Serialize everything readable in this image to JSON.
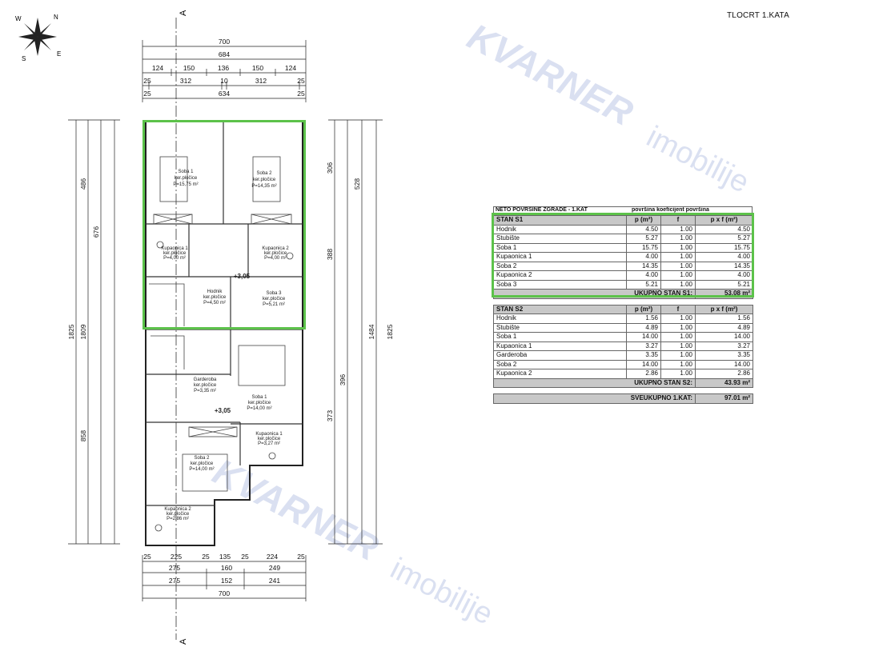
{
  "title": "TLOCRT 1.KATA",
  "watermark": {
    "brand": "KVARNER",
    "sub": "imobilije"
  },
  "section_marker": "A",
  "compass": {
    "n": "N",
    "s": "S",
    "e": "E",
    "w": "W"
  },
  "colors": {
    "highlight": "#5cc24a",
    "table_header": "#c8c8c8",
    "watermark": "#96a5d7"
  },
  "dimensions": {
    "top1": "700",
    "top2": "684",
    "top3": [
      "124",
      "150",
      "136",
      "150",
      "124"
    ],
    "top4": [
      "25",
      "312",
      "10",
      "312",
      "25"
    ],
    "top5": [
      "25",
      "634",
      "25"
    ],
    "bot1": [
      "25",
      "225",
      "25",
      "135",
      "25",
      "224",
      "25"
    ],
    "bot2": [
      "275",
      "160",
      "249"
    ],
    "bot3": [
      "275",
      "152",
      "241"
    ],
    "bot4": "700",
    "left_total": "1825",
    "left_mid": "1809",
    "left_a": "486",
    "left_b": "858",
    "left_c": "676",
    "right_total": "1825",
    "right_mid": "1484",
    "right_a": "306",
    "right_b": "528",
    "right_c": "388",
    "right_d": "396",
    "right_e": "373"
  },
  "rooms": {
    "s1_soba1": [
      "Soba 1",
      "ker.pločice",
      "P=15,75 m²"
    ],
    "s1_soba2": [
      "Soba 2",
      "ker.pločice",
      "P=14,35 m²"
    ],
    "s1_kup1": [
      "Kupaonica 1",
      "ker.pločice",
      "P=4,00 m²"
    ],
    "s1_kup2": [
      "Kupaonica 2",
      "ker.pločice",
      "P=4,00 m²"
    ],
    "s1_soba3": [
      "Soba 3",
      "ker.pločice",
      "P=5,21 m²"
    ],
    "s1_hodnik": [
      "Hodnik",
      "ker.pločice",
      "P=4,50 m²"
    ],
    "s2_soba1": [
      "Soba 1",
      "ker.pločice",
      "P=14,00 m²"
    ],
    "s2_soba2": [
      "Soba 2",
      "ker.pločice",
      "P=14,00 m²"
    ],
    "s2_garderoba": [
      "Garderoba",
      "ker.pločice",
      "P=3,35 m²"
    ],
    "s2_kup1": [
      "Kupaonica 1",
      "ker.pločice",
      "P=3,27 m²"
    ],
    "s2_kup2": [
      "Kupaonica 2",
      "ker.pločice",
      "P=2,86 m²"
    ],
    "level1": "+3,05",
    "level2": "+3,05"
  },
  "table": {
    "caption": "NETO POVRŠINE ZGRADE - 1.KAT",
    "caption_right": "površina  koeficijent  površina",
    "columns": [
      "p (m²)",
      "f",
      "p x f (m²)"
    ],
    "stan_s1": {
      "name": "STAN S1",
      "rows": [
        {
          "room": "Hodnik",
          "p": "4.50",
          "f": "1.00",
          "pf": "4.50"
        },
        {
          "room": "Stubište",
          "p": "5.27",
          "f": "1.00",
          "pf": "5.27"
        },
        {
          "room": "Soba 1",
          "p": "15.75",
          "f": "1.00",
          "pf": "15.75"
        },
        {
          "room": "Kupaonica 1",
          "p": "4.00",
          "f": "1.00",
          "pf": "4.00"
        },
        {
          "room": "Soba 2",
          "p": "14.35",
          "f": "1.00",
          "pf": "14.35"
        },
        {
          "room": "Kupaonica 2",
          "p": "4.00",
          "f": "1.00",
          "pf": "4.00"
        },
        {
          "room": "Soba 3",
          "p": "5.21",
          "f": "1.00",
          "pf": "5.21"
        }
      ],
      "total_label": "UKUPNO STAN S1:",
      "total": "53.08 m²"
    },
    "stan_s2": {
      "name": "STAN S2",
      "rows": [
        {
          "room": "Hodnik",
          "p": "1.56",
          "f": "1.00",
          "pf": "1.56"
        },
        {
          "room": "Stubište",
          "p": "4.89",
          "f": "1.00",
          "pf": "4.89"
        },
        {
          "room": "Soba 1",
          "p": "14.00",
          "f": "1.00",
          "pf": "14.00"
        },
        {
          "room": "Kupaonica 1",
          "p": "3.27",
          "f": "1.00",
          "pf": "3.27"
        },
        {
          "room": "Garderoba",
          "p": "3.35",
          "f": "1.00",
          "pf": "3.35"
        },
        {
          "room": "Soba 2",
          "p": "14.00",
          "f": "1.00",
          "pf": "14.00"
        },
        {
          "room": "Kupaonica 2",
          "p": "2.86",
          "f": "1.00",
          "pf": "2.86"
        }
      ],
      "total_label": "UKUPNO STAN S2:",
      "total": "43.93 m²"
    },
    "grand_total_label": "SVEUKUPNO 1.KAT:",
    "grand_total": "97.01 m²"
  }
}
